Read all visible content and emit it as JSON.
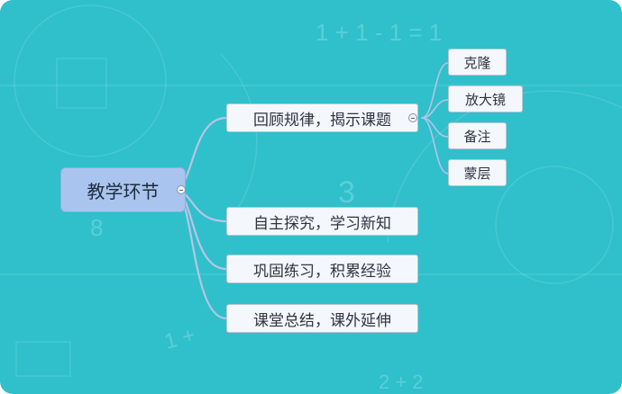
{
  "background_text": {
    "equation_top": "1 + 1 - 1 = 1",
    "digit_three": "3",
    "digit_eight": "8",
    "equation_bottom_left": "1 +",
    "equation_bottom": "2 + 2"
  },
  "mindmap": {
    "root": {
      "label": "教学环节"
    },
    "branches": [
      {
        "label": "回顾规律，揭示课题",
        "children": [
          "克隆",
          "放大镜",
          "备注",
          "蒙层"
        ]
      },
      {
        "label": "自主探究，学习新知"
      },
      {
        "label": "巩固练习，积累经验"
      },
      {
        "label": "课堂总结，课外延伸"
      }
    ]
  },
  "colors": {
    "canvas": "#2fc0cb",
    "root_fill": "#a9c4ee",
    "node_fill": "#f4f7fb",
    "connector": "#b9c3e6"
  }
}
